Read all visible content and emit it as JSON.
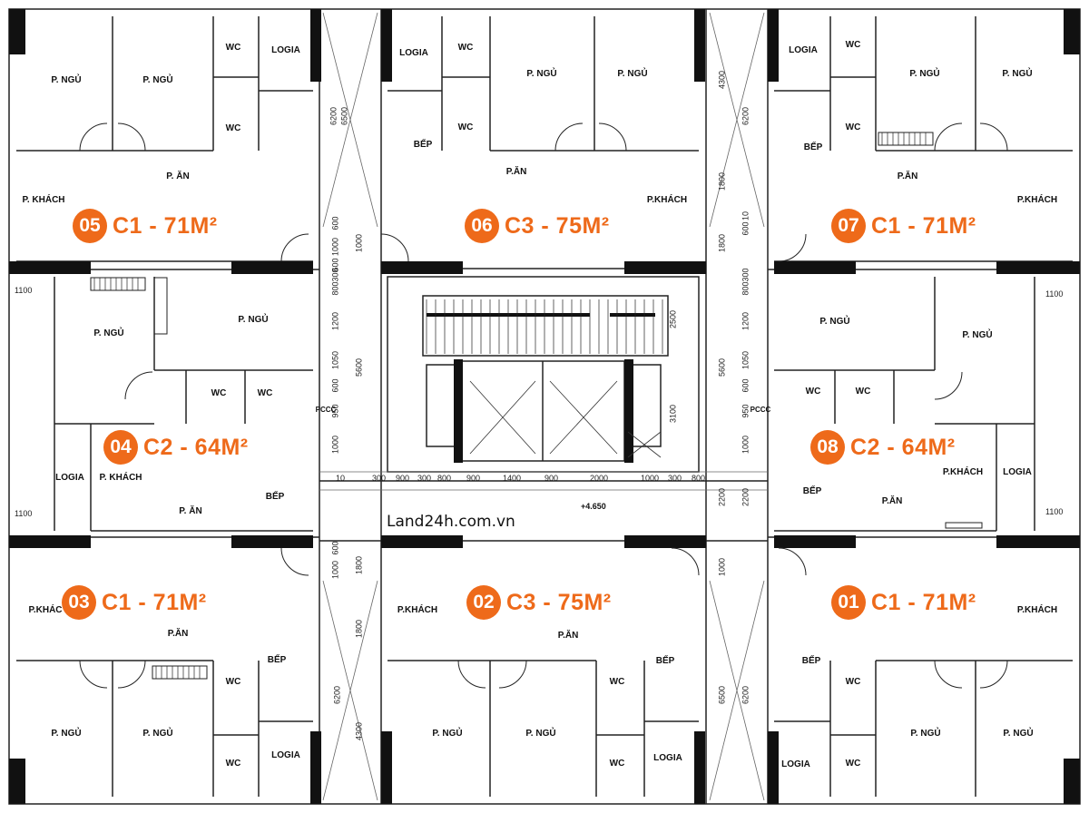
{
  "units": [
    {
      "num": "05",
      "label": "C1 - 71M²"
    },
    {
      "num": "06",
      "label": "C3 - 75M²"
    },
    {
      "num": "07",
      "label": "C1 - 71M²"
    },
    {
      "num": "04",
      "label": "C2 - 64M²"
    },
    {
      "num": "08",
      "label": "C2 - 64M²"
    },
    {
      "num": "03",
      "label": "C1 - 71M²"
    },
    {
      "num": "02",
      "label": "C3 - 75M²"
    },
    {
      "num": "01",
      "label": "C1 - 71M²"
    }
  ],
  "rooms": {
    "p_ngu": "P. NGỦ",
    "p_ngu_alt": "P. NGỦ",
    "p_an": "P. ĂN",
    "p_an_alt": "P.ĂN",
    "p_khach": "P. KHÁCH",
    "p_khach_alt": "P.KHÁCH",
    "p_khach_cut": "P.KHÁC",
    "wc": "WC",
    "logia": "LOGIA",
    "bep": "BẾP",
    "pccc": "PCCC"
  },
  "dimensions": {
    "side_1100": "1100",
    "corridor_bottom": [
      "10",
      "300",
      "900",
      "300",
      "800",
      "900",
      "1400",
      "900",
      "2000",
      "1000",
      "300",
      "800"
    ],
    "left_vertical": [
      "6200",
      "6500",
      "600",
      "1000",
      "600",
      "300",
      "800",
      "1200",
      "1050",
      "600",
      "950",
      "1000",
      "1000",
      "600",
      "1800",
      "6200",
      "4300"
    ],
    "right_vertical": [
      "4300",
      "6200",
      "1800",
      "10",
      "1800",
      "10",
      "600",
      "300",
      "800",
      "1200",
      "1050",
      "600",
      "950",
      "1000",
      "2200",
      "1000",
      "6500",
      "6200"
    ],
    "core_2500": "2500",
    "core_3100": "3100",
    "core_5600": "5600",
    "corridor_2200": "2200"
  },
  "level": "+4.650",
  "watermark": "Land24h.com.vn",
  "colors": {
    "accent": "#ee6a1a",
    "wall": "#111111",
    "line": "#222222"
  }
}
